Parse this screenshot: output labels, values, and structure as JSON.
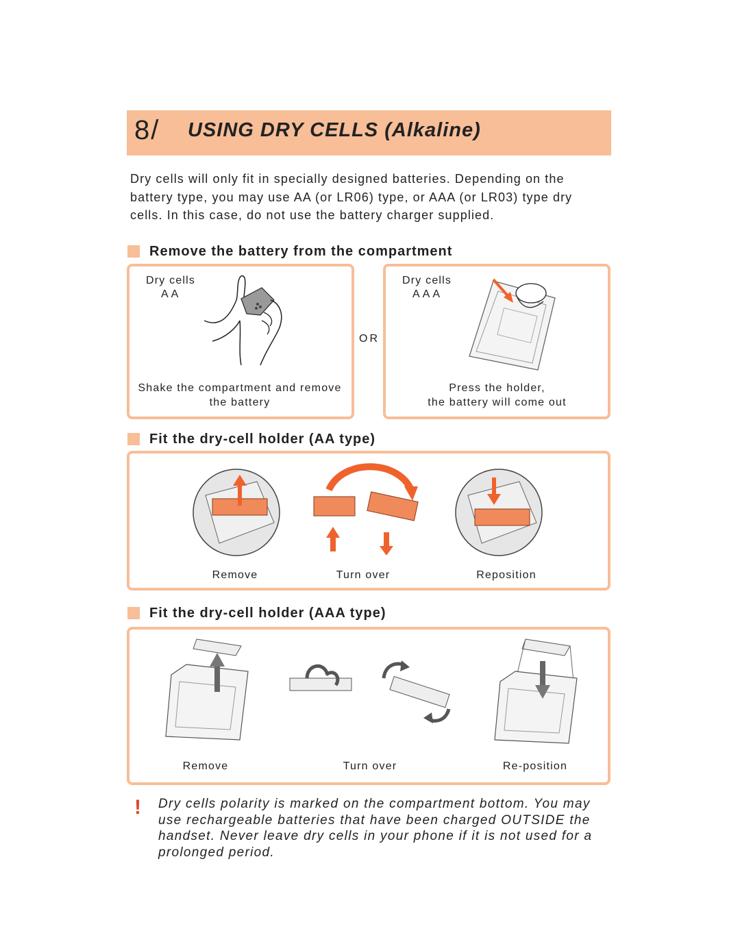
{
  "header": {
    "number": "8/",
    "title": "USING DRY CELLS (Alkaline)"
  },
  "intro": "Dry cells will only fit in specially designed batteries. Depending on the battery type, you may use AA (or LR06) type, or AAA (or LR03) type dry cells. In this case, do not use the battery charger supplied.",
  "sections": {
    "remove": {
      "heading": "Remove the battery from the compartment",
      "left": {
        "label_line1": "Dry cells",
        "label_line2": "AA",
        "caption_line1": "Shake the compartment and remove",
        "caption_line2": "the battery"
      },
      "or": "OR",
      "right": {
        "label_line1": "Dry cells",
        "label_line2": "AAA",
        "caption_line1": "Press the holder,",
        "caption_line2": "the battery will come out"
      }
    },
    "aa": {
      "heading": "Fit the dry-cell holder (AA type)",
      "steps": [
        "Remove",
        "Turn over",
        "Reposition"
      ]
    },
    "aaa": {
      "heading": "Fit the dry-cell holder (AAA type)",
      "steps": [
        "Remove",
        "Turn over",
        "Re-position"
      ]
    }
  },
  "note": {
    "mark": "!",
    "text": "Dry cells polarity is marked on the compartment bottom. You may use rechargeable batteries that have been charged OUTSIDE the handset. Never leave dry cells in your phone if it is not used for a prolonged period."
  },
  "colors": {
    "accent": "#f7be98",
    "arrow": "#f0622c",
    "holder": "#f08a5a"
  }
}
